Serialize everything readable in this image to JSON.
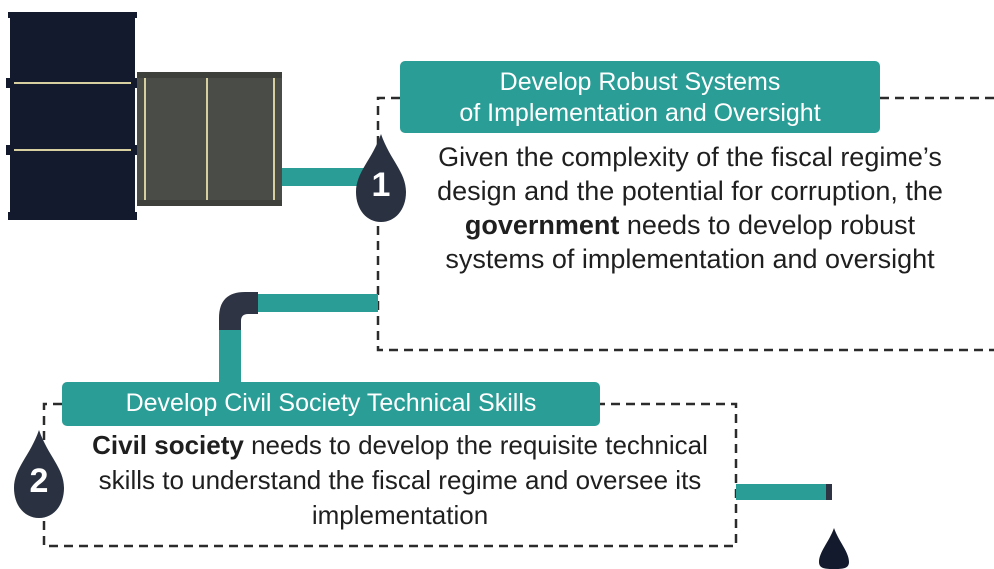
{
  "steps": [
    {
      "number": "1",
      "title_line1": "Develop Robust Systems",
      "title_line2": "of Implementation and Oversight",
      "body_pre": "Given the complexity of the fiscal regime’s design and the potential for corruption, the",
      "body_bold": "government",
      "body_post": "needs to develop robust systems of implementation and oversight"
    },
    {
      "number": "2",
      "title": "Develop Civil Society Technical Skills",
      "body_bold": "Civil society",
      "body_post": "needs to develop the requisite technical skills to understand the fiscal regime and oversee its implementation"
    }
  ],
  "colors": {
    "teal": "#2a9d96",
    "dark_navy": "#141a2e",
    "drop": "#2a3140",
    "barrel_grey": "#4a4c48",
    "dash": "#2b2b2b"
  },
  "icons": [
    "oil-barrel-icon",
    "oil-drop-icon"
  ]
}
